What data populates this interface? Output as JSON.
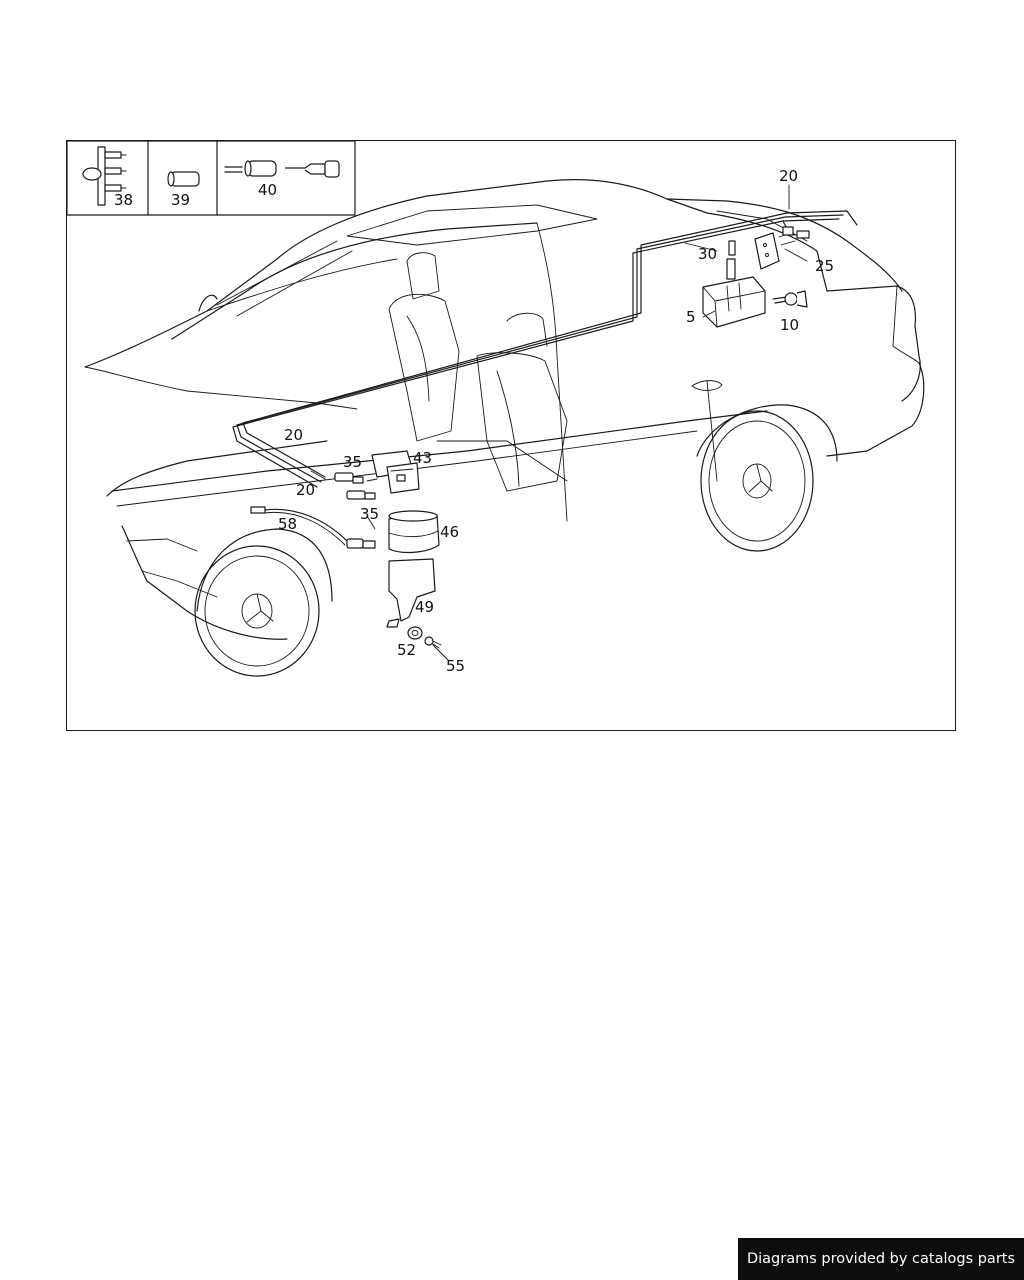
{
  "callouts": {
    "c38": "38",
    "c39": "39",
    "c40": "40",
    "c20_top": "20",
    "c30": "30",
    "c25": "25",
    "c5": "5",
    "c10": "10",
    "c20_mid": "20",
    "c35_a": "35",
    "c43": "43",
    "c20_low": "20",
    "c35_b": "35",
    "c58": "58",
    "c46": "46",
    "c49": "49",
    "c52": "52",
    "c55": "55"
  },
  "footer": {
    "text": "Diagrams provided by catalogs parts"
  }
}
